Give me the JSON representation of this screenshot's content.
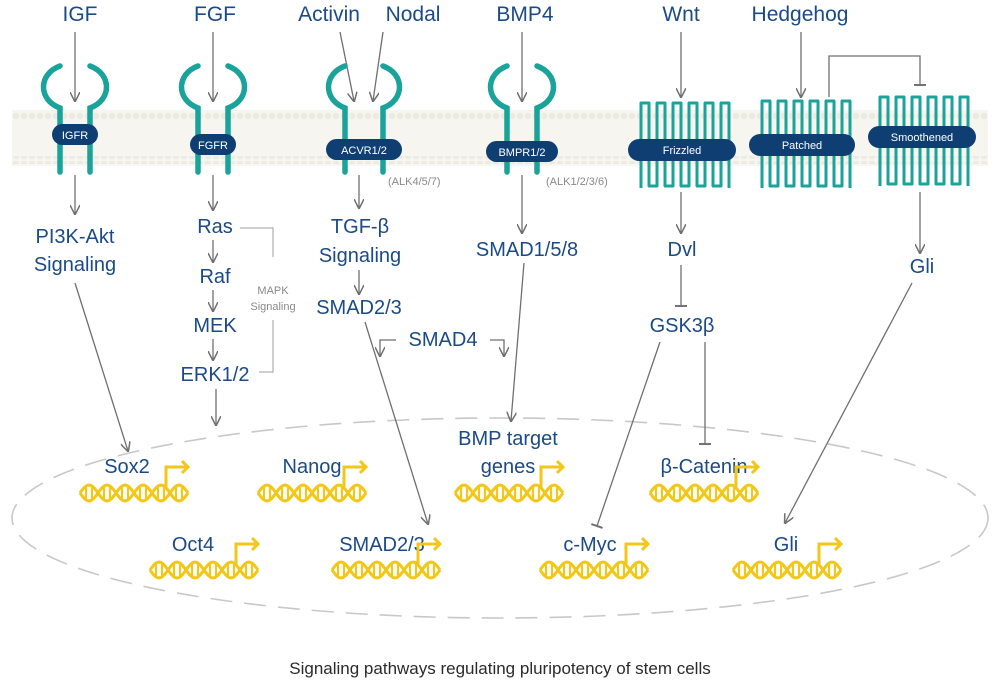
{
  "ligands": {
    "igf": "IGF",
    "fgf": "FGF",
    "activin": "Activin",
    "nodal": "Nodal",
    "bmp4": "BMP4",
    "wnt": "Wnt",
    "hedgehog": "Hedgehog"
  },
  "receptors": {
    "igfr": "IGFR",
    "fgfr": "FGFR",
    "acvr": "ACVR1/2",
    "bmpr": "BMPR1/2",
    "frizzled": "Frizzled",
    "patched": "Patched",
    "smoothened": "Smoothened"
  },
  "notes": {
    "alk_acvr": "(ALK4/5/7)",
    "alk_bmpr": "(ALK1/2/3/6)",
    "mapk_line1": "MAPK",
    "mapk_line2": "Signaling"
  },
  "nodes": {
    "pi3k_line1": "PI3K-Akt",
    "pi3k_line2": "Signaling",
    "ras": "Ras",
    "raf": "Raf",
    "mek": "MEK",
    "erk": "ERK1/2",
    "tgf_line1": "TGF-β",
    "tgf_line2": "Signaling",
    "smad23": "SMAD2/3",
    "smad4": "SMAD4",
    "smad158": "SMAD1/5/8",
    "dvl": "Dvl",
    "gsk3b": "GSK3β",
    "gli": "Gli"
  },
  "genes": {
    "sox2": "Sox2",
    "nanog": "Nanog",
    "bmp_line1": "BMP target",
    "bmp_line2": "genes",
    "bcatenin": "β-Catenin",
    "oct4": "Oct4",
    "smad23": "SMAD2/3",
    "cmyc": "c-Myc",
    "gli": "Gli"
  },
  "caption": "Signaling pathways regulating pluripotency of stem cells",
  "colors": {
    "text": "#1b4a86",
    "receptor_teal": "#1aa39a",
    "receptor_label_bg": "#0f3f72",
    "dna_yellow": "#f2c718",
    "arrow_gray": "#6f6f6f"
  }
}
